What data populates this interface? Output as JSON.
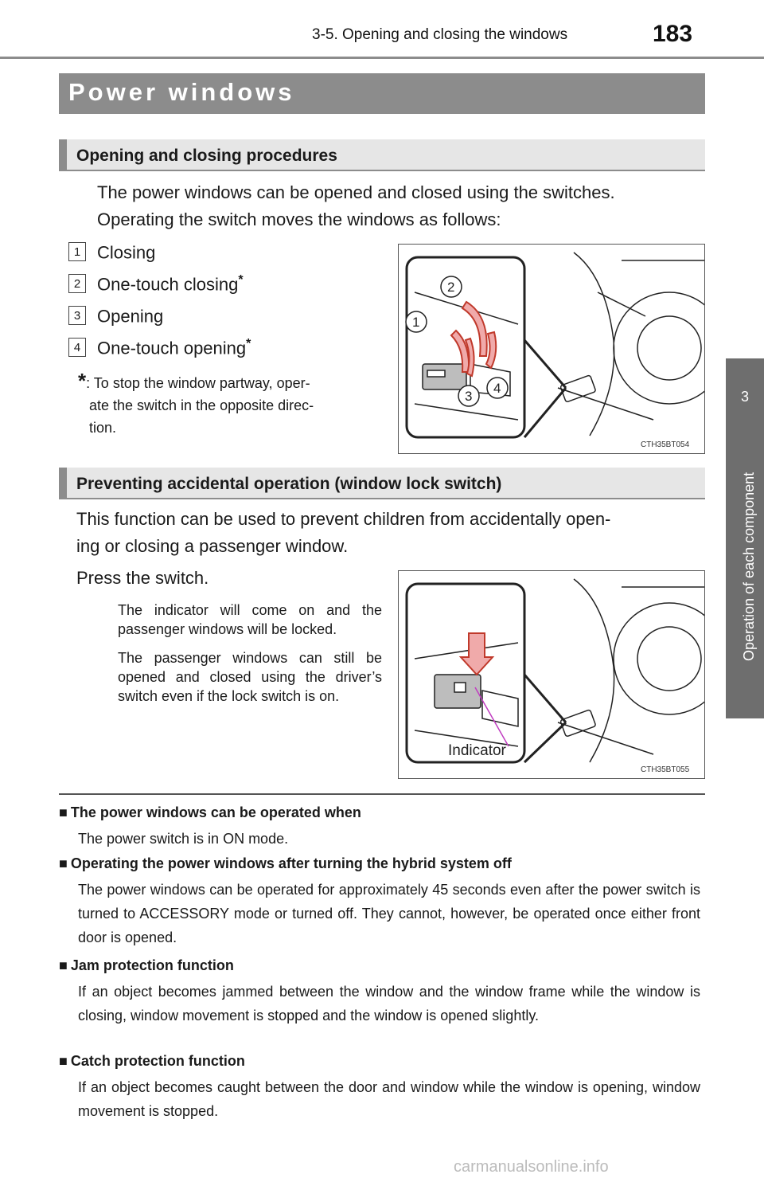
{
  "header": {
    "section": "3-5. Opening and closing the windows",
    "page_number": "183"
  },
  "side_tab": {
    "chapter": "3",
    "title": "Operation of each component"
  },
  "title": "Power windows",
  "section1": {
    "heading": "Opening and closing procedures",
    "intro_line1": "The power windows can be opened and closed using the switches.",
    "intro_line2": "Operating the switch moves the windows as follows:",
    "items": [
      {
        "num": "1",
        "label": "Closing",
        "star": ""
      },
      {
        "num": "2",
        "label": "One-touch closing",
        "star": "*"
      },
      {
        "num": "3",
        "label": "Opening",
        "star": ""
      },
      {
        "num": "4",
        "label": "One-touch opening",
        "star": "*"
      }
    ],
    "footnote_star": "*",
    "footnote_line1": ": To stop the window partway, oper-",
    "footnote_line2": "ate the switch in the opposite direc-",
    "footnote_line3": "tion.",
    "figure_code": "CTH35BT054",
    "callouts": [
      "1",
      "2",
      "3",
      "4"
    ]
  },
  "section2": {
    "heading": "Preventing accidental operation (window lock switch)",
    "intro_line1": "This function can be used to prevent children from accidentally open-",
    "intro_line2": "ing or closing a passenger window.",
    "step": "Press the switch.",
    "detail1": "The indicator will come on and the passenger windows will be locked.",
    "detail2": "The passenger windows can still be opened and closed using the driver’s switch even if the lock switch is on.",
    "figure_label": "Indicator",
    "figure_code": "CTH35BT055"
  },
  "notes": [
    {
      "heading": "The power windows can be operated when",
      "body": "The power switch is in ON mode."
    },
    {
      "heading": "Operating the power windows after turning the hybrid system off",
      "body": "The power windows can be operated for approximately 45 seconds even after the power switch is turned to ACCESSORY mode or turned off. They cannot, however, be operated once either front door is opened."
    },
    {
      "heading": "Jam protection function",
      "body": "If an object becomes jammed between the window and the window frame while the window is closing, window movement is stopped and the window is opened slightly."
    },
    {
      "heading": "Catch protection function",
      "body": "If an object becomes caught between the door and window while the window is opening, window movement is stopped."
    }
  ],
  "note_bullet": "■",
  "footer": "carmanualsonline.info"
}
